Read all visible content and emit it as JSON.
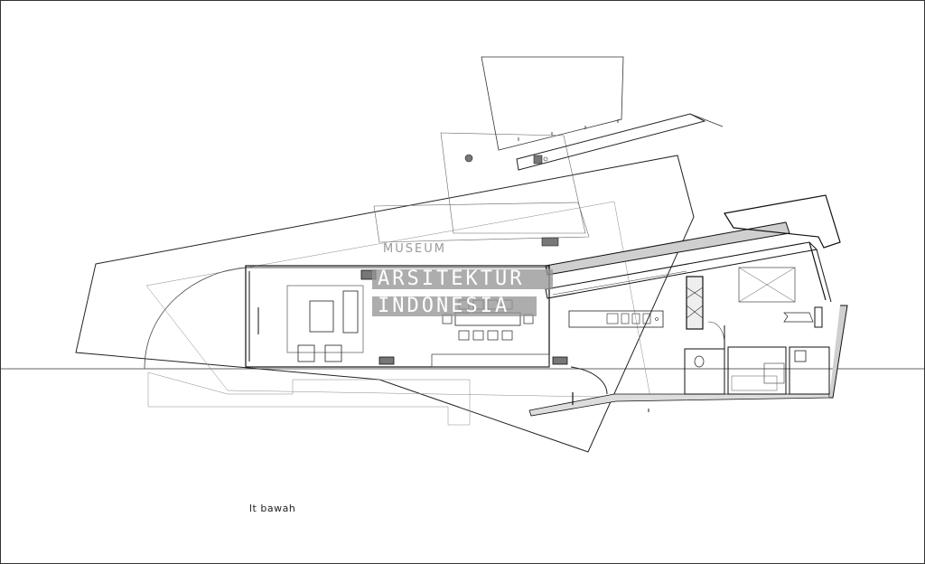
{
  "watermark": {
    "line1": "MUSEUM",
    "line2": "ARSITEKTUR",
    "line3": "INDONESIA"
  },
  "caption": "lt bawah"
}
